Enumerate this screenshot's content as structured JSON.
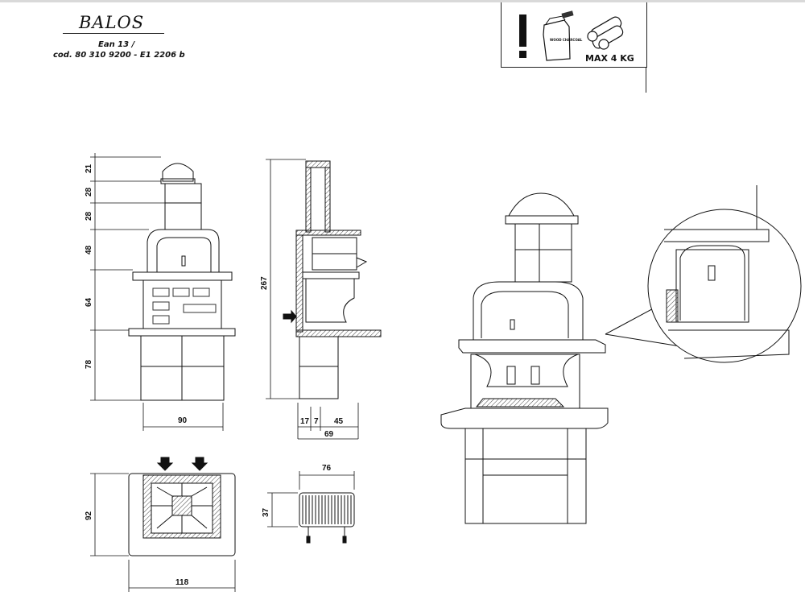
{
  "header": {
    "product_name": "BALOS",
    "ean": "Ean 13  /",
    "code": "cod. 80 310 9200 - E1 2206 b"
  },
  "notice": {
    "icons": [
      "exclamation-icon",
      "charcoal-bag-icon",
      "firewood-icon"
    ],
    "bag_label": "WOOD CHARCOAL",
    "max_load": "MAX 4 KG"
  },
  "dimensions": {
    "front_heights": [
      "21",
      "28",
      "28",
      "48",
      "64",
      "78"
    ],
    "front_width": "90",
    "side_total_height": "267",
    "side_depths": [
      "17",
      "7",
      "45"
    ],
    "side_total_depth": "69",
    "top_depth": "92",
    "top_width": "118",
    "grate_width": "76",
    "grate_height": "37"
  }
}
